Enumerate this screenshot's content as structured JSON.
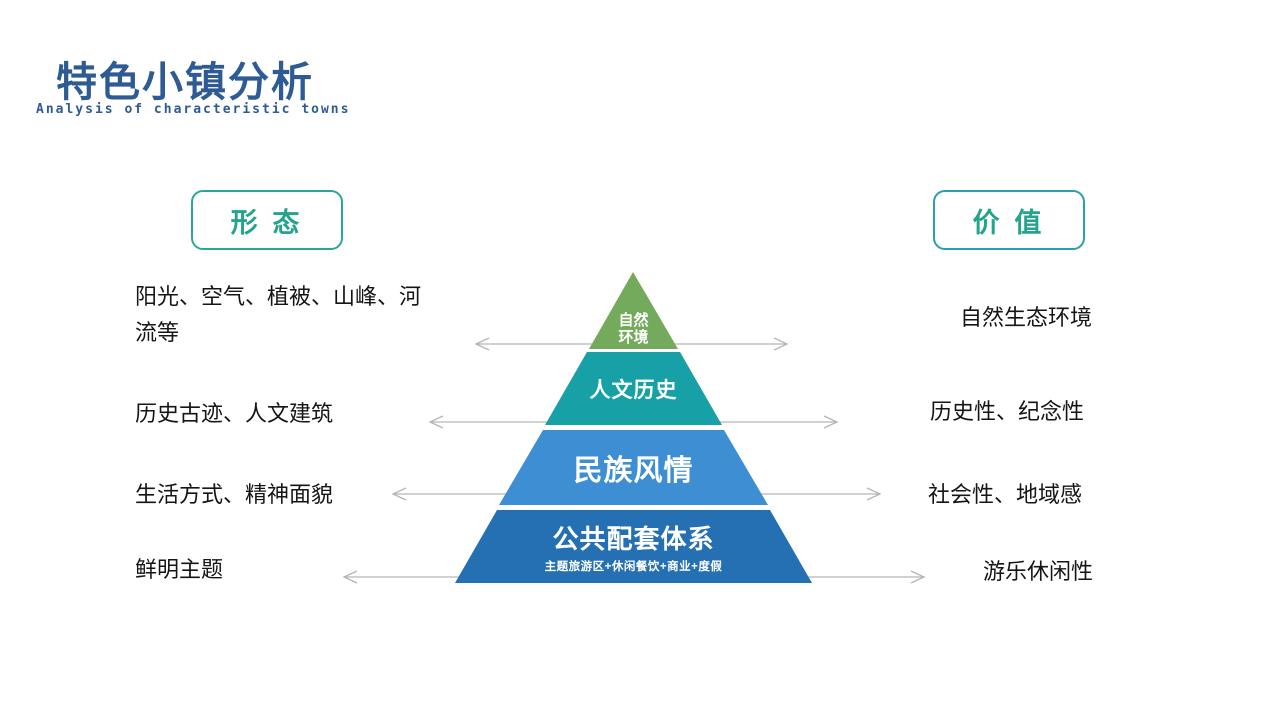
{
  "title": {
    "zh": "特色小镇分析",
    "en": "Analysis of characteristic towns",
    "color": "#2e5b94"
  },
  "headers": {
    "left_label": "形 态",
    "right_label": "价 值",
    "text_color": "#24a38d",
    "border_color": "#2aa897"
  },
  "pyramid": {
    "levels": [
      {
        "name": "natural-environment",
        "label": "自然\n环境",
        "color": "#74aa5c"
      },
      {
        "name": "humanity-history",
        "label": "人文历史",
        "color": "#17a0a6"
      },
      {
        "name": "ethnic-customs",
        "label": "民族风情",
        "color": "#3e8ed3"
      },
      {
        "name": "public-support-system",
        "label": "公共配套体系",
        "sublabel": "主题旅游区+休闲餐饮+商业+度假",
        "color": "#2470b3"
      }
    ]
  },
  "rows": [
    {
      "left": "阳光、空气、植被、山峰、河流等",
      "right": "自然生态环境"
    },
    {
      "left": "历史古迹、人文建筑",
      "right": "历史性、纪念性"
    },
    {
      "left": "生活方式、精神面貌",
      "right": "社会性、地域感"
    },
    {
      "left": "鲜明主题",
      "right": "游乐休闲性"
    }
  ],
  "arrow_color": "#b3b6b8"
}
